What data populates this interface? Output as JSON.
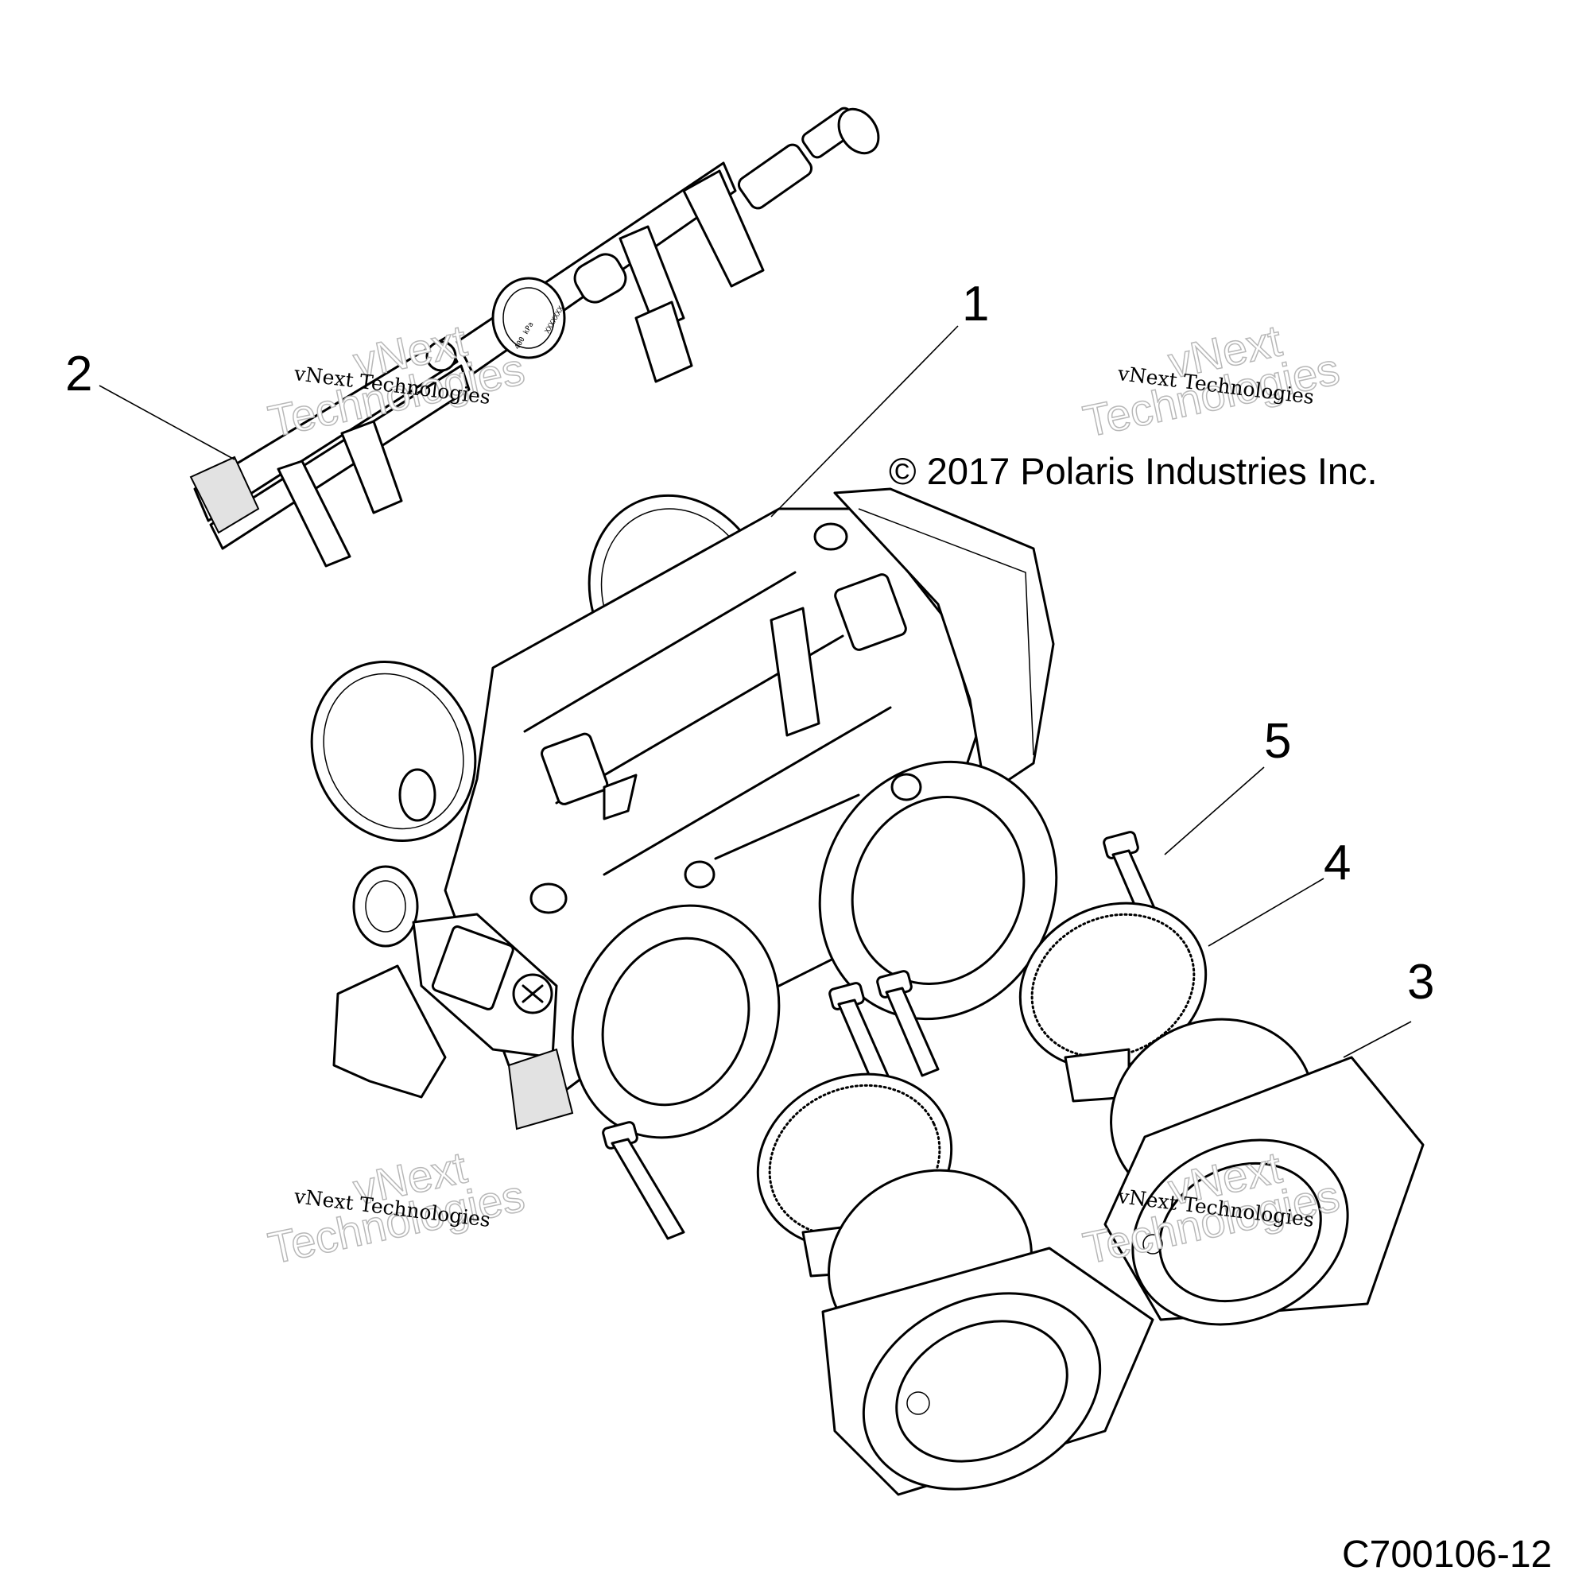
{
  "callouts": [
    {
      "id": "1",
      "label": "1"
    },
    {
      "id": "2",
      "label": "2"
    },
    {
      "id": "3",
      "label": "3"
    },
    {
      "id": "4",
      "label": "4"
    },
    {
      "id": "5",
      "label": "5"
    }
  ],
  "copyright": "© 2017 Polaris Industries Inc.",
  "diagram_id": "C700106-12",
  "watermark": {
    "large_line1": "vNext",
    "large_line2": "Technologies",
    "small": "vNext Technologies"
  },
  "part_marking": {
    "pressure_label": "400 kPa",
    "code_label": "XXXXXXX"
  }
}
